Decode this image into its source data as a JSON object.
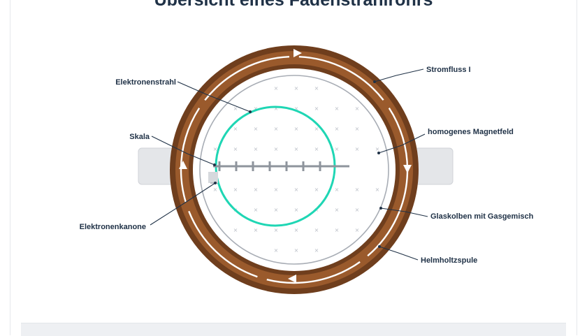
{
  "title": "Übersicht eines Fadenstrahlrohrs",
  "labels": {
    "electron_beam": "Elektronenstrahl",
    "scale": "Skala",
    "electron_gun": "Elektronenkanone",
    "current_flow": "Stromfluss I",
    "magnetic_field": "homogenes Magnetfeld",
    "glass_bulb": "Glaskolben mit Gasgemisch",
    "helmholtz_coil": "Helmholtzspule"
  },
  "field_marker": "×",
  "colors": {
    "coil_outer": "#6f3e1d",
    "coil_inner": "#9a5a2c",
    "electron_beam": "#1fd6b4",
    "text": "#203247",
    "glass": "#a8adb5",
    "scale": "#8e949c"
  },
  "icons": [
    "current-direction-arrow-icon"
  ]
}
